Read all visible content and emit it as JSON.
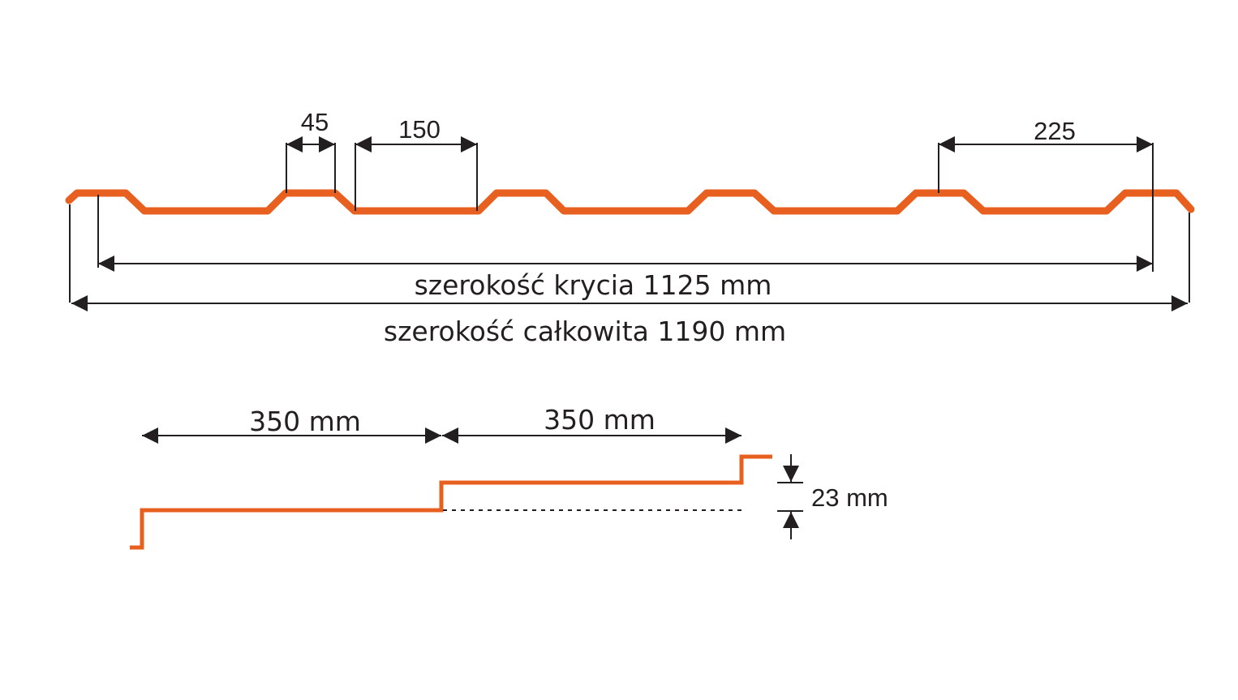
{
  "colors": {
    "profile": "#e8601f",
    "lines": "#231f20"
  },
  "profile": {
    "dims": {
      "crest": "45",
      "valley": "150",
      "pitch": "225"
    },
    "coverage_width": "szerokość krycia 1125 mm",
    "total_width": "szerokość całkowita 1190 mm"
  },
  "step": {
    "module_left": "350 mm",
    "module_right": "350 mm",
    "height": "23 mm"
  }
}
